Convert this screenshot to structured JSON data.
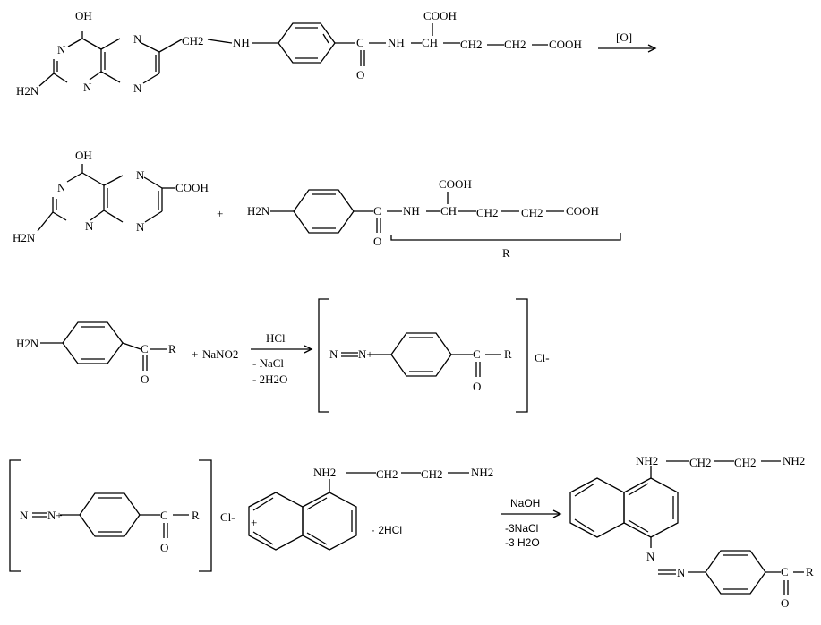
{
  "reaction1": {
    "folic_acid": {
      "oh": "OH",
      "n1": "N",
      "n2": "N",
      "n3": "N",
      "n4": "N",
      "h2n": "H2N",
      "ch2": "CH2",
      "nh": "NH",
      "o": "O",
      "c": "C",
      "nh2": "NH",
      "ch": "CH",
      "cooh_top": "COOH",
      "ch2_a": "CH2",
      "ch2_b": "CH2",
      "cooh_end": "COOH"
    },
    "reagent": "[O]"
  },
  "reaction2": {
    "pterin": {
      "oh": "OH",
      "n1": "N",
      "n2": "N",
      "n3": "N",
      "n4": "N",
      "h2n": "H2N",
      "cooh": "COOH"
    },
    "plus": "+",
    "pabg": {
      "h2n": "H2N",
      "c": "C",
      "o": "O",
      "nh": "NH",
      "ch": "CH",
      "cooh_top": "COOH",
      "ch2_a": "CH2",
      "ch2_b": "CH2",
      "cooh_end": "COOH",
      "r_label": "R"
    }
  },
  "reaction3": {
    "amine": {
      "h2n": "H2N",
      "c": "C",
      "o": "O",
      "r": "R"
    },
    "plus": "+",
    "nano2": "NaNO2",
    "reagent_top": "HCl",
    "reagent_bottom_1": "- NaCl",
    "reagent_bottom_2": "- 2H2O",
    "diazonium": {
      "n1": "N",
      "n2": "N+",
      "c": "C",
      "o": "O",
      "r": "R",
      "counter": "Cl-"
    }
  },
  "reaction4": {
    "diazonium": {
      "n1": "N",
      "n2": "N+",
      "c": "C",
      "o": "O",
      "r": "R",
      "counter": "Cl-"
    },
    "plus": "+",
    "naphthyl": {
      "nh2": "NH2",
      "ch2_a": "CH2",
      "ch2_b": "CH2",
      "nh2_end": "NH2",
      "salt": "· 2HCl"
    },
    "reagent_top": "NaOH",
    "reagent_bottom_1": "-3NaCl",
    "reagent_bottom_2": "-3 H2O",
    "product": {
      "nh2": "NH2",
      "ch2_a": "CH2",
      "ch2_b": "CH2",
      "nh2_end": "NH2",
      "n1": "N",
      "n2": "N",
      "c": "C",
      "o": "O",
      "r": "R"
    }
  }
}
